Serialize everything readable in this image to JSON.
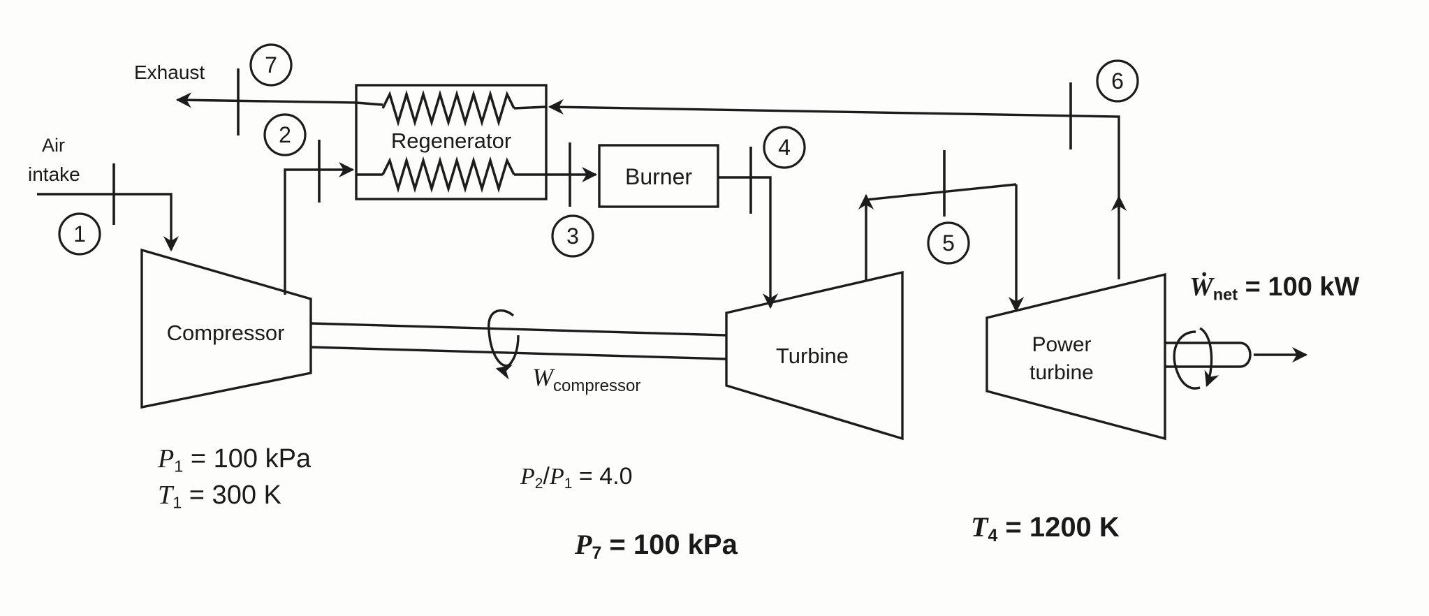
{
  "labels": {
    "exhaust": "Exhaust",
    "air": "Air",
    "intake": "intake",
    "regenerator": "Regenerator",
    "burner": "Burner",
    "compressor": "Compressor",
    "turbine": "Turbine",
    "power_turbine_1": "Power",
    "power_turbine_2": "turbine",
    "w_compressor_symbol": "W",
    "w_compressor_sub": "compressor"
  },
  "nodes": [
    "1",
    "2",
    "3",
    "4",
    "5",
    "6",
    "7"
  ],
  "conditions": {
    "p1_sym": "P",
    "p1_sub": "1",
    "p1_val": " = 100 kPa",
    "t1_sym": "T",
    "t1_sub": "1",
    "t1_val": " = 300 K",
    "ratio_sym_a": "P",
    "ratio_sub_a": "2",
    "ratio_slash": "/",
    "ratio_sym_b": "P",
    "ratio_sub_b": "1",
    "ratio_val": " = 4.0",
    "p7_sym": "P",
    "p7_sub": "7",
    "p7_val": " = 100 kPa",
    "t4_sym": "T",
    "t4_sub": "4",
    "t4_val": " = 1200 K",
    "wnet_sym": "Ẇ",
    "wnet_sub": "net",
    "wnet_val": " = 100 kW"
  }
}
